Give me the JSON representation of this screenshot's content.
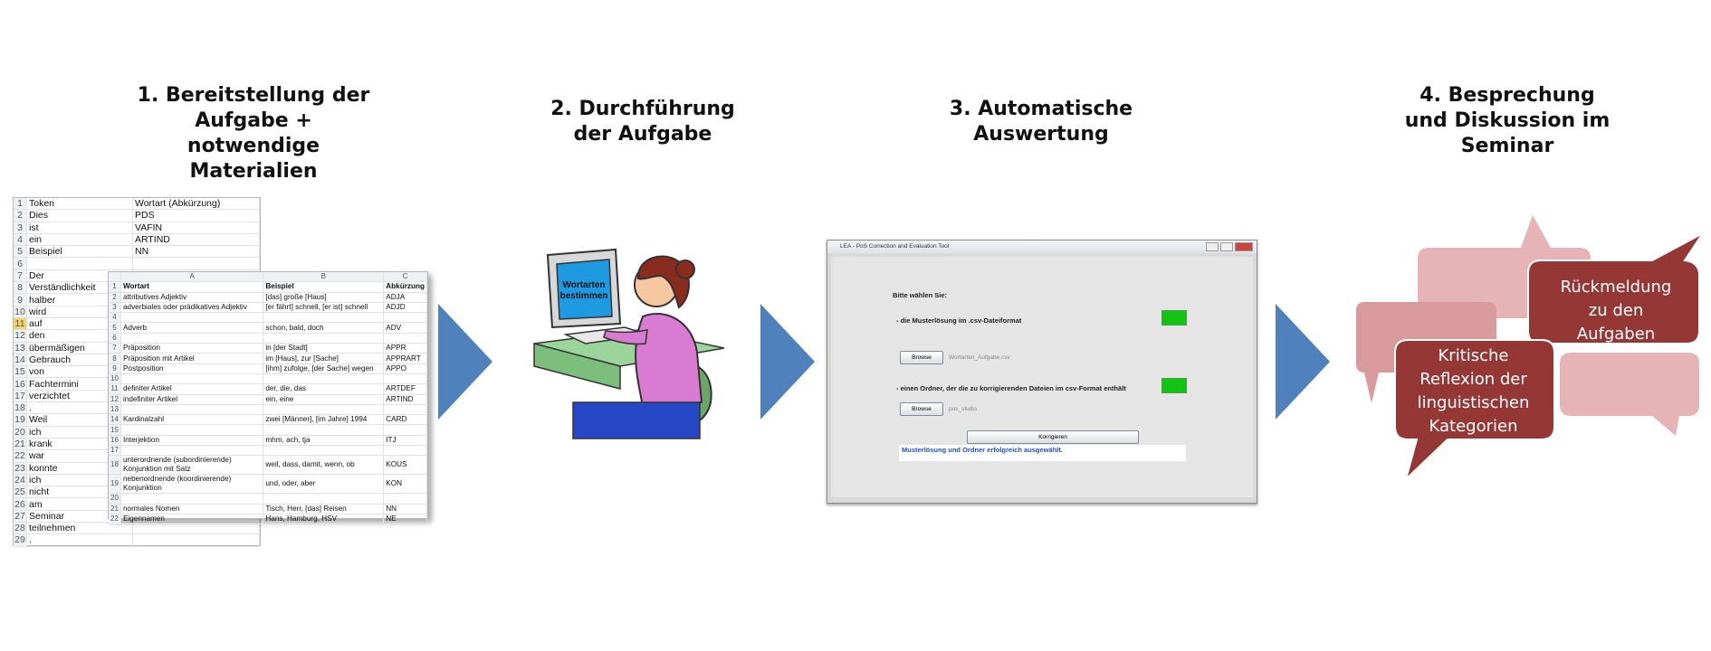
{
  "steps": [
    {
      "title_lines": [
        "1. Bereitstellung der",
        "Aufgabe + notwendige",
        "Materialien"
      ]
    },
    {
      "title_lines": [
        "2. Durchführung",
        "der Aufgabe"
      ]
    },
    {
      "title_lines": [
        "3. Automatische",
        "Auswertung"
      ]
    },
    {
      "title_lines": [
        "4. Besprechung",
        "und Diskussion im",
        "Seminar"
      ]
    }
  ],
  "colors": {
    "arrow": "#4f81bd",
    "bubble_light": "#e6b4b6",
    "bubble_mid": "#d99a9c",
    "bubble_dark": "#953735"
  },
  "sheet_back": {
    "rows": [
      [
        "1",
        "Token",
        "Wortart (Abkürzung)"
      ],
      [
        "2",
        "Dies",
        "PDS"
      ],
      [
        "3",
        "ist",
        "VAFIN"
      ],
      [
        "4",
        "ein",
        "ARTIND"
      ],
      [
        "5",
        "Beispiel",
        "NN"
      ],
      [
        "6",
        "",
        ""
      ],
      [
        "7",
        "Der",
        ""
      ],
      [
        "8",
        "Verständlichkeit",
        ""
      ],
      [
        "9",
        "halber",
        ""
      ],
      [
        "10",
        "wird",
        ""
      ],
      [
        "11",
        "auf",
        ""
      ],
      [
        "12",
        "den",
        ""
      ],
      [
        "13",
        "übermäßigen",
        ""
      ],
      [
        "14",
        "Gebrauch",
        ""
      ],
      [
        "15",
        "von",
        ""
      ],
      [
        "16",
        "Fachtermini",
        ""
      ],
      [
        "17",
        "verzichtet",
        ""
      ],
      [
        "18",
        ".",
        ""
      ],
      [
        "19",
        "Weil",
        ""
      ],
      [
        "20",
        "ich",
        ""
      ],
      [
        "21",
        "krank",
        ""
      ],
      [
        "22",
        "war",
        ""
      ],
      [
        "23",
        "konnte",
        ""
      ],
      [
        "24",
        "ich",
        ""
      ],
      [
        "25",
        "nicht",
        ""
      ],
      [
        "26",
        "am",
        ""
      ],
      [
        "27",
        "Seminar",
        ""
      ],
      [
        "28",
        "teilnehmen",
        ""
      ],
      [
        "29",
        ".",
        ""
      ]
    ],
    "selected_row": "11"
  },
  "sheet_front": {
    "col_headers": [
      "A",
      "B",
      "C"
    ],
    "rows": [
      [
        "1",
        "Wortart",
        "Beispiel",
        "Abkürzung"
      ],
      [
        "2",
        "attributives Adjektiv",
        "[das] große [Haus]",
        "ADJA"
      ],
      [
        "3",
        "adverbiales oder prädikatives Adjektiv",
        "[er fährt] schnell, [er ist] schnell",
        "ADJD"
      ],
      [
        "4",
        "",
        "",
        ""
      ],
      [
        "5",
        "Adverb",
        "schon, bald, doch",
        "ADV"
      ],
      [
        "6",
        "",
        "",
        ""
      ],
      [
        "7",
        "Präposition",
        "in [der Stadt]",
        "APPR"
      ],
      [
        "8",
        "Präposition mit Artikel",
        "im [Haus], zur [Sache]",
        "APPRART"
      ],
      [
        "9",
        "Postposition",
        "[ihm] zufolge, [der Sache] wegen",
        "APPO"
      ],
      [
        "10",
        "",
        "",
        ""
      ],
      [
        "11",
        "definiter Artikel",
        "der, die, das",
        "ARTDEF"
      ],
      [
        "12",
        "indefiniter Artikel",
        "ein, eine",
        "ARTIND"
      ],
      [
        "13",
        "",
        "",
        ""
      ],
      [
        "14",
        "Kardinalzahl",
        "zwei [Männer], [im Jahre] 1994",
        "CARD"
      ],
      [
        "15",
        "",
        "",
        ""
      ],
      [
        "16",
        "Interjektion",
        "mhm, ach, tja",
        "ITJ"
      ],
      [
        "17",
        "",
        "",
        ""
      ],
      [
        "18",
        "unterordnende (subordinierende) Konjunktion mit Satz",
        "weil, dass, damit, wenn, ob",
        "KOUS"
      ],
      [
        "19",
        "nebenordnende (koordinierende) Konjunktion",
        "und, oder, aber",
        "KON"
      ],
      [
        "20",
        "",
        "",
        ""
      ],
      [
        "21",
        "normales Nomen",
        "Tisch, Herr, [das] Reisen",
        "NN"
      ],
      [
        "22",
        "Eigennamen",
        "Hans, Hamburg, HSV",
        "NE"
      ]
    ]
  },
  "clipart": {
    "screen_text_line1": "Wortarten",
    "screen_text_line2": "bestimmen"
  },
  "app": {
    "title": "LEA - PoS Correction and Evaluation Tool",
    "prompt": "Bitte wählen Sie:",
    "option1": "- die Musterlösung im .csv-Dateiformat",
    "browse1_label": "Browse",
    "file1": "Wortarten_Aufgabe.csv",
    "option2": "- einen Ordner, der die zu korrigierenden Dateien im csv-Format enthält",
    "browse2_label": "Browse",
    "file2": "pos_studis",
    "correct_label": "Korrigieren",
    "status": "Musterlösung und Ordner erfolgreich ausgewählt."
  },
  "bubbles": {
    "feedback_lines": [
      "Rückmeldung",
      "zu den",
      "Aufgaben"
    ],
    "reflection_lines": [
      "Kritische",
      "Reflexion der",
      "linguistischen",
      "Kategorien"
    ]
  }
}
